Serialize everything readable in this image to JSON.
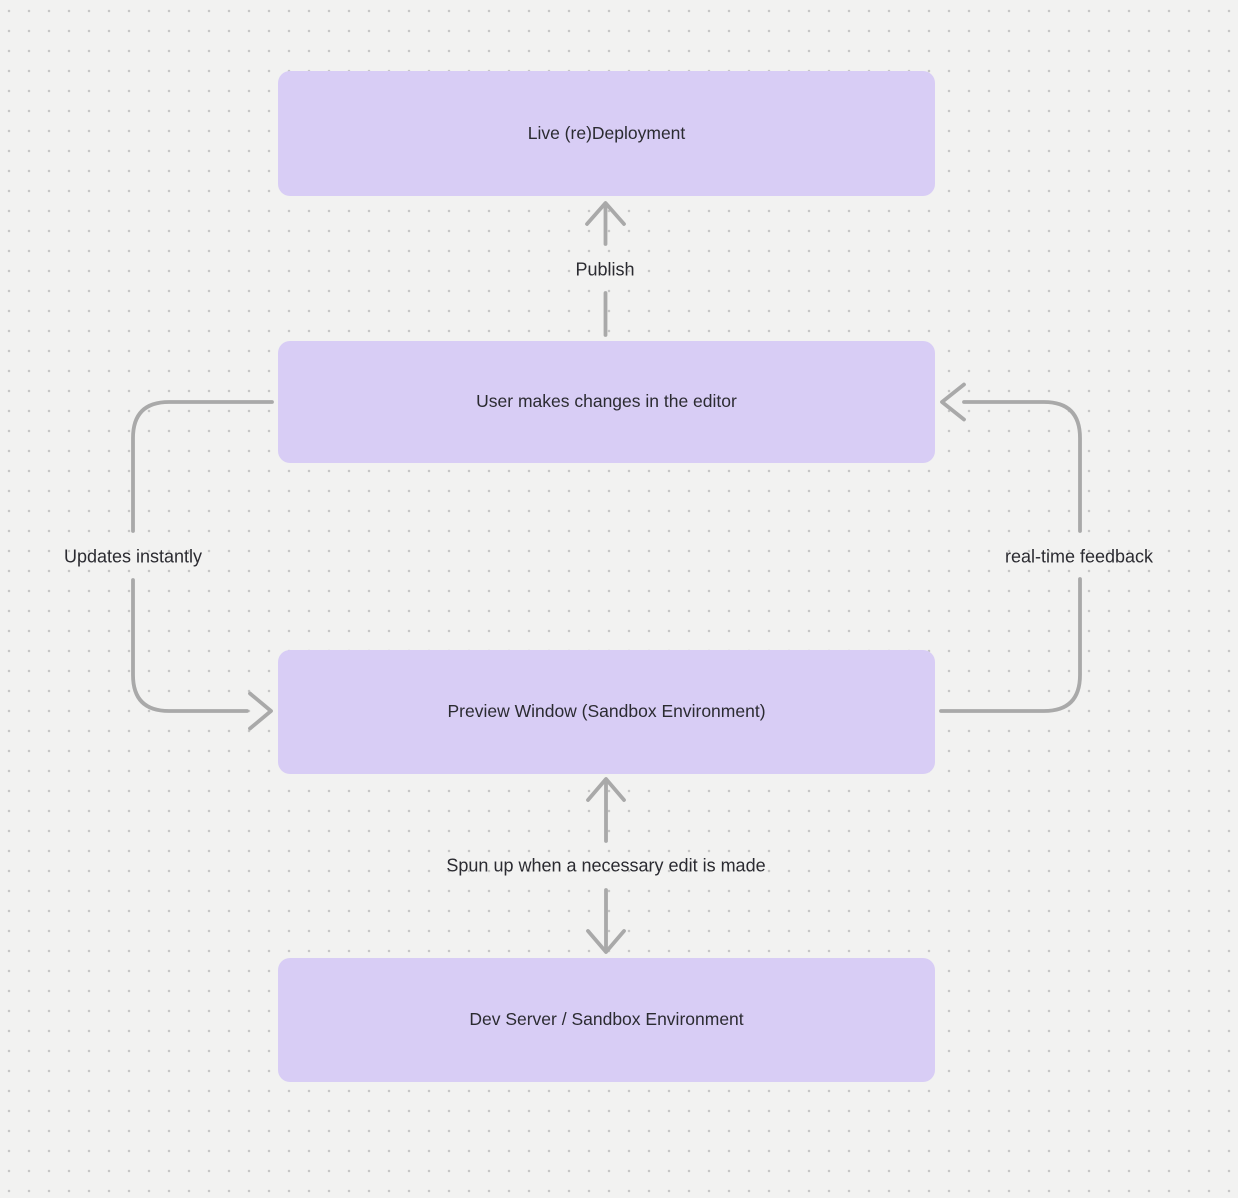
{
  "diagram": {
    "nodes": [
      {
        "id": "live-deployment",
        "label": "Live (re)Deployment"
      },
      {
        "id": "user-editor",
        "label": "User makes changes in the editor"
      },
      {
        "id": "preview-window",
        "label": "Preview Window (Sandbox Environment)"
      },
      {
        "id": "dev-server",
        "label": "Dev Server / Sandbox Environment"
      }
    ],
    "edge_labels": {
      "publish": "Publish",
      "updates_instantly": "Updates instantly",
      "real_time_feedback": "real-time feedback",
      "spun_up": "Spun up when a necessary edit is made"
    }
  },
  "theme": {
    "canvas_background": "#f2f2f1",
    "dot_color": "#c6c6c6",
    "node_fill": "#d8cdf5",
    "text_color": "#2b2b31",
    "connector_color": "#a9a9a9"
  }
}
